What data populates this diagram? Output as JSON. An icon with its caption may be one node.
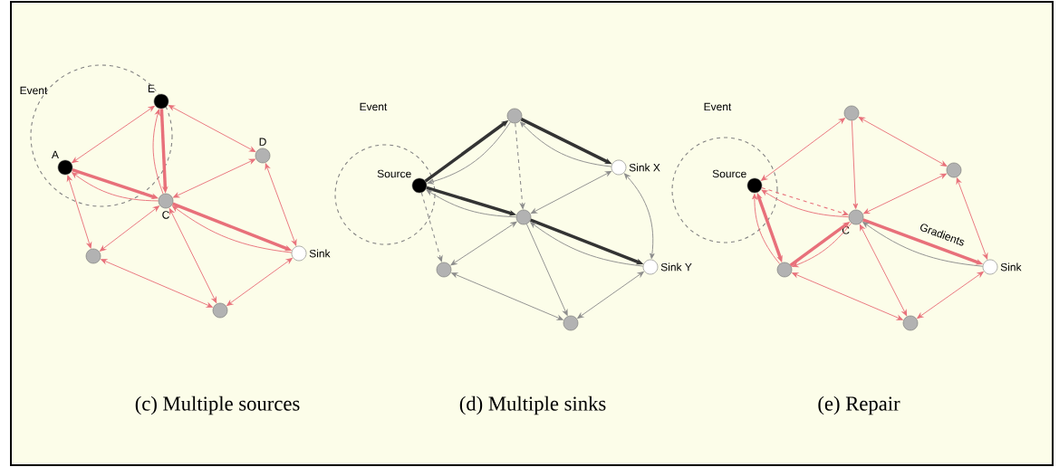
{
  "diagram": {
    "nodes": [
      {
        "text": [],
        "shape": "circle",
        "beside": [
          "E"
        ]
      },
      {
        "text": [],
        "shape": "circle",
        "beside": [
          "A"
        ]
      },
      {
        "text": [],
        "shape": "circle",
        "beside": [
          "D"
        ]
      },
      {
        "text": [],
        "shape": "circle",
        "beside": [
          "C"
        ]
      },
      {
        "text": [],
        "shape": "circle"
      },
      {
        "text": [],
        "shape": "circle",
        "beside": [
          "Sink"
        ]
      },
      {
        "text": [],
        "shape": "circle"
      },
      {
        "text": [],
        "shape": "circle"
      },
      {
        "text": [],
        "shape": "circle",
        "beside": [
          "Source"
        ]
      },
      {
        "text": [],
        "shape": "circle",
        "beside": [
          "Sink X"
        ]
      },
      {
        "text": [],
        "shape": "circle"
      },
      {
        "text": [],
        "shape": "circle"
      },
      {
        "text": [],
        "shape": "circle",
        "beside": [
          "Sink Y"
        ]
      },
      {
        "text": [],
        "shape": "circle"
      },
      {
        "text": [],
        "shape": "circle"
      },
      {
        "text": [],
        "shape": "circle",
        "beside": [
          "Source"
        ]
      },
      {
        "text": [],
        "shape": "circle"
      },
      {
        "text": [],
        "shape": "circle",
        "beside": [
          "C"
        ]
      },
      {
        "text": [],
        "shape": "circle"
      },
      {
        "text": [],
        "shape": "circle",
        "beside": [
          "Sink"
        ]
      },
      {
        "text": [],
        "shape": "circle"
      }
    ],
    "edges": [
      {
        "from": 1,
        "to": 0,
        "arrow": "both"
      },
      {
        "from": 0,
        "to": 3,
        "arrow": "to",
        "style": "thick"
      },
      {
        "from": 3,
        "to": 0,
        "arrow": "to"
      },
      {
        "from": 0,
        "to": 2,
        "arrow": "both"
      },
      {
        "from": 1,
        "to": 3,
        "arrow": "to",
        "style": "thick"
      },
      {
        "from": 3,
        "to": 1,
        "arrow": "to"
      },
      {
        "from": 1,
        "to": 4,
        "arrow": "both"
      },
      {
        "from": 3,
        "to": 2,
        "arrow": "both"
      },
      {
        "from": 3,
        "to": 4,
        "arrow": "both"
      },
      {
        "from": 3,
        "to": 5,
        "arrow": "to",
        "style": "thick"
      },
      {
        "from": 5,
        "to": 3,
        "arrow": "to"
      },
      {
        "from": 2,
        "to": 5,
        "arrow": "both"
      },
      {
        "from": 3,
        "to": 6,
        "arrow": "both"
      },
      {
        "from": 4,
        "to": 6,
        "arrow": "both"
      },
      {
        "from": 6,
        "to": 5,
        "arrow": "both"
      },
      {
        "from": 8,
        "to": 7,
        "arrow": "to",
        "style": "thick",
        "color": "#333333"
      },
      {
        "from": 7,
        "to": 8,
        "arrow": "to",
        "color": "#8c8c8c"
      },
      {
        "from": 7,
        "to": 9,
        "arrow": "to",
        "style": "thick",
        "color": "#333333"
      },
      {
        "from": 9,
        "to": 7,
        "arrow": "to",
        "color": "#8c8c8c"
      },
      {
        "from": 7,
        "to": 10,
        "arrow": "to",
        "style": "dashed",
        "color": "#8c8c8c"
      },
      {
        "from": 8,
        "to": 10,
        "arrow": "to",
        "style": "thick",
        "color": "#333333"
      },
      {
        "from": 10,
        "to": 8,
        "arrow": "to",
        "color": "#8c8c8c"
      },
      {
        "from": 10,
        "to": 12,
        "arrow": "to",
        "style": "thick",
        "color": "#333333"
      },
      {
        "from": 12,
        "to": 10,
        "arrow": "to",
        "color": "#8c8c8c"
      },
      {
        "from": 9,
        "to": 10,
        "arrow": "both",
        "color": "#8c8c8c"
      },
      {
        "from": 8,
        "to": 11,
        "arrow": "to",
        "style": "dashed",
        "color": "#8c8c8c"
      },
      {
        "from": 10,
        "to": 11,
        "arrow": "both",
        "color": "#8c8c8c"
      },
      {
        "from": 11,
        "to": 13,
        "arrow": "both",
        "color": "#8c8c8c"
      },
      {
        "from": 10,
        "to": 13,
        "arrow": "to",
        "color": "#8c8c8c"
      },
      {
        "from": 13,
        "to": 12,
        "arrow": "both",
        "color": "#8c8c8c"
      },
      {
        "from": 9,
        "to": 12,
        "arrow": "both",
        "color": "#8c8c8c"
      },
      {
        "from": 15,
        "to": 14,
        "arrow": "both"
      },
      {
        "from": 14,
        "to": 16,
        "arrow": "both"
      },
      {
        "from": 14,
        "to": 17,
        "arrow": "to"
      },
      {
        "from": 15,
        "to": 17,
        "arrow": "to",
        "style": "dashed"
      },
      {
        "from": 17,
        "to": 15,
        "arrow": "to"
      },
      {
        "from": 17,
        "to": 16,
        "arrow": "both"
      },
      {
        "from": 15,
        "to": 18,
        "arrow": "both",
        "style": "thick"
      },
      {
        "from": 18,
        "to": 15,
        "arrow": "to"
      },
      {
        "from": 18,
        "to": 17,
        "arrow": "to",
        "style": "thick"
      },
      {
        "from": 17,
        "to": 18,
        "arrow": "to"
      },
      {
        "from": 17,
        "to": 19,
        "arrow": "to",
        "style": "thick",
        "label": "Gradients"
      },
      {
        "from": 19,
        "to": 17,
        "arrow": "to",
        "color": "#8c8c8c"
      },
      {
        "from": 16,
        "to": 19,
        "arrow": "both"
      },
      {
        "from": 17,
        "to": 20,
        "arrow": "both"
      },
      {
        "from": 18,
        "to": 20,
        "arrow": "both"
      },
      {
        "from": 20,
        "to": 19,
        "arrow": "both"
      }
    ],
    "labels": [
      "Event",
      "Event",
      "Event",
      "(c) Multiple sources",
      "(d) Multiple sinks",
      "(e) Repair"
    ]
  }
}
